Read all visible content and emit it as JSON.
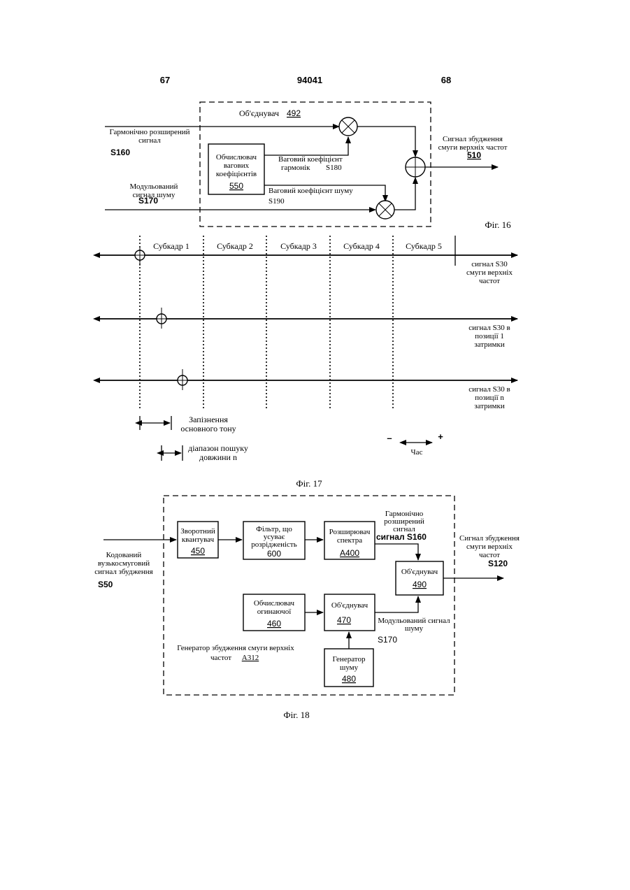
{
  "header": {
    "page_left": "67",
    "doc_number": "94041",
    "page_right": "68"
  },
  "fig16": {
    "combiner_label": "Об'єднувач",
    "combiner_num": "492",
    "harmonic_in": [
      "Гармонічно розширений",
      "сигнал"
    ],
    "harmonic_in_code": "S160",
    "calc_box": [
      "Обчислювач",
      "вагових",
      "коефіцієнтів"
    ],
    "calc_box_num": "550",
    "weight_harm": [
      "Ваговий коефіцієнт",
      "гармонік"
    ],
    "weight_harm_code": "S180",
    "weight_noise": "Ваговий коефіцієнт шуму",
    "weight_noise_code": "S190",
    "noise_in": [
      "Модульований",
      "сигнал шуму"
    ],
    "noise_in_code": "S170",
    "output": [
      "Сигнал збудження",
      "смуги верхніх частот"
    ],
    "output_num": "510",
    "caption": "Фіг. 16"
  },
  "fig17": {
    "subframes": [
      "Субкадр 1",
      "Субкадр 2",
      "Субкадр 3",
      "Субкадр 4",
      "Субкадр 5"
    ],
    "signal1": [
      "сигнал S30",
      "смуги верхніх",
      "частот"
    ],
    "signal2": [
      "сигнал S30 в",
      "позиції 1",
      "затримки"
    ],
    "signal3": [
      "сигнал S30 в",
      "позиції n",
      "затримки"
    ],
    "lag_label": [
      "Запізнення",
      "основного тону"
    ],
    "search_label": [
      "діапазон пошуку",
      "довжини n"
    ],
    "minus": "–",
    "plus": "+",
    "time_label": "Час",
    "caption": "Фіг. 17"
  },
  "fig18": {
    "input": [
      "Кодований",
      "вузькосмуговий",
      "сигнал збудження"
    ],
    "input_code": "S50",
    "dequant": [
      "Зворотний",
      "квантувач"
    ],
    "dequant_num": "450",
    "filter": [
      "Фільтр, що",
      "усуває",
      "розрідженість"
    ],
    "filter_num": "600",
    "expander": [
      "Розширювач",
      "спектра"
    ],
    "expander_num": "A400",
    "harm_sig": [
      "Гармонічно",
      "розширений",
      "сигнал"
    ],
    "harm_sig_code": "сигнал S160",
    "combiner_out": "Об'єднувач",
    "combiner_out_num": "490",
    "output": [
      "Сигнал збудження",
      "смуги верхніх",
      "частот"
    ],
    "output_code": "S120",
    "envelope": [
      "Обчислювач",
      "огинаючої"
    ],
    "envelope_num": "460",
    "combiner_mid": "Об'єднувач",
    "combiner_mid_num": "470",
    "mod_noise": [
      "Модульований сигнал",
      "шуму"
    ],
    "mod_noise_code": "S170",
    "generator": [
      "Генератор збудження смуги верхніх",
      "частот"
    ],
    "generator_code": "A312",
    "noise_gen": [
      "Генератор",
      "шуму"
    ],
    "noise_gen_num": "480",
    "caption": "Фіг. 18"
  }
}
